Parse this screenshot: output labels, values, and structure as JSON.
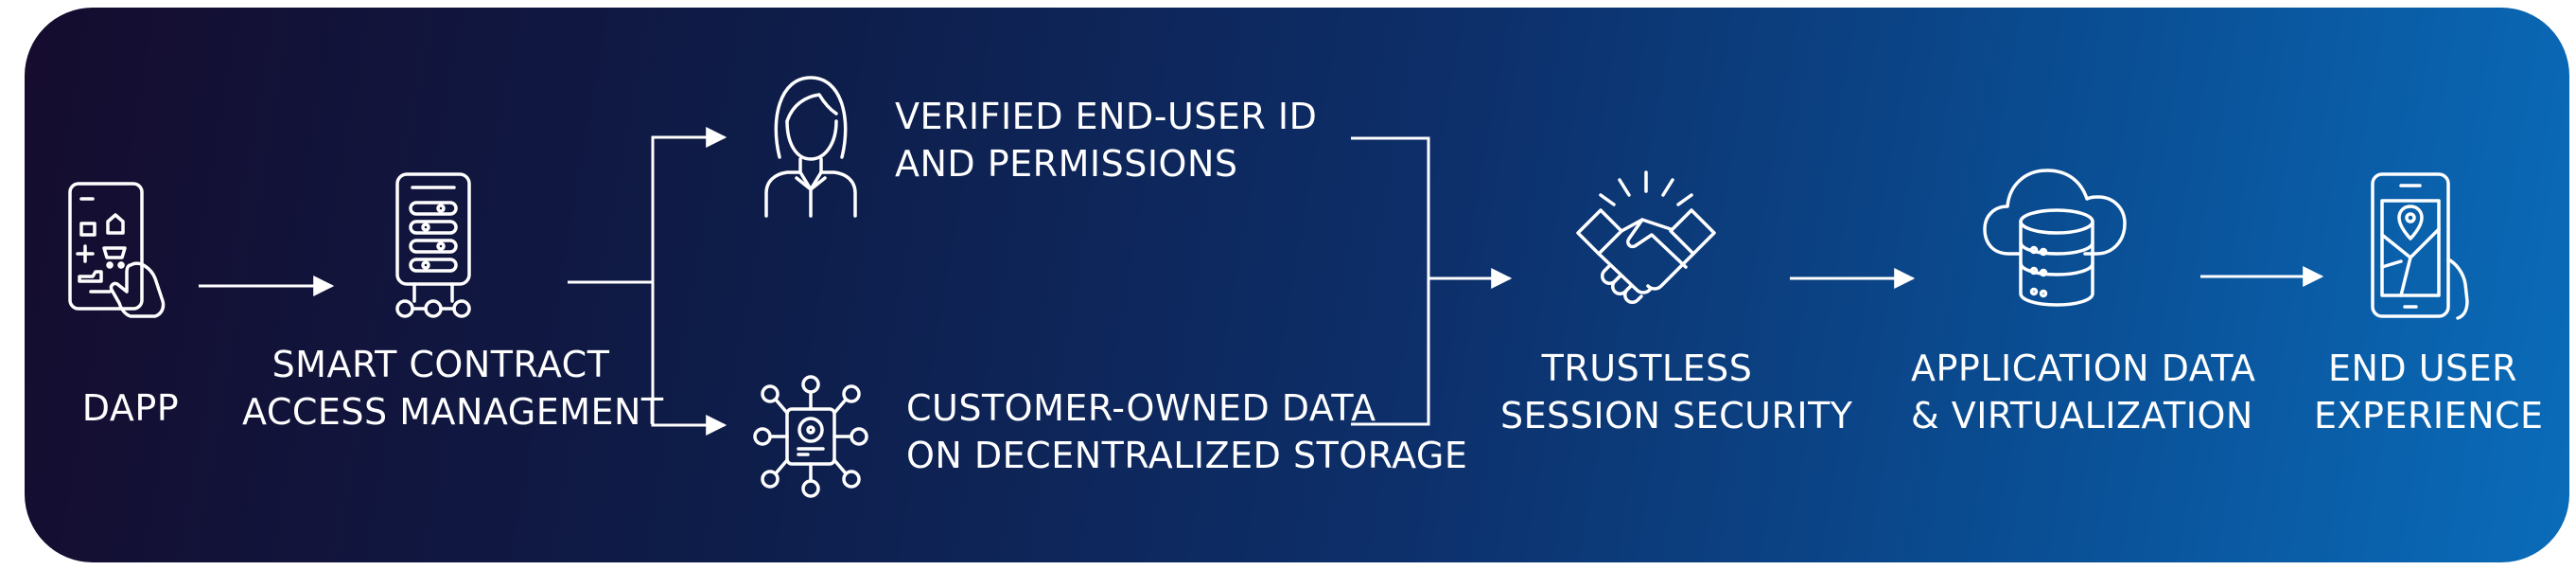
{
  "diagram": {
    "colors": {
      "background_start": "#150c2e",
      "background_end": "#0a6cba",
      "foreground": "#ffffff"
    },
    "nodes": [
      {
        "id": "dapp",
        "icon": "mobile-app-hand-icon",
        "lines": [
          "DAPP"
        ]
      },
      {
        "id": "smart-contract",
        "icon": "server-network-icon",
        "lines": [
          "SMART CONTRACT",
          "ACCESS MANAGEMENT"
        ]
      },
      {
        "id": "verified-id",
        "icon": "user-avatar-icon",
        "lines": [
          "VERIFIED END-USER ID",
          "AND PERMISSIONS"
        ]
      },
      {
        "id": "customer-data",
        "icon": "decentralized-storage-icon",
        "lines": [
          "CUSTOMER-OWNED DATA",
          "ON DECENTRALIZED STORAGE"
        ]
      },
      {
        "id": "trustless",
        "icon": "handshake-icon",
        "lines": [
          "TRUSTLESS",
          "SESSION SECURITY"
        ]
      },
      {
        "id": "app-data",
        "icon": "cloud-database-icon",
        "lines": [
          "APPLICATION DATA",
          "& VIRTUALIZATION"
        ]
      },
      {
        "id": "end-user",
        "icon": "mobile-map-hand-icon",
        "lines": [
          "END USER",
          "EXPERIENCE"
        ]
      }
    ]
  }
}
